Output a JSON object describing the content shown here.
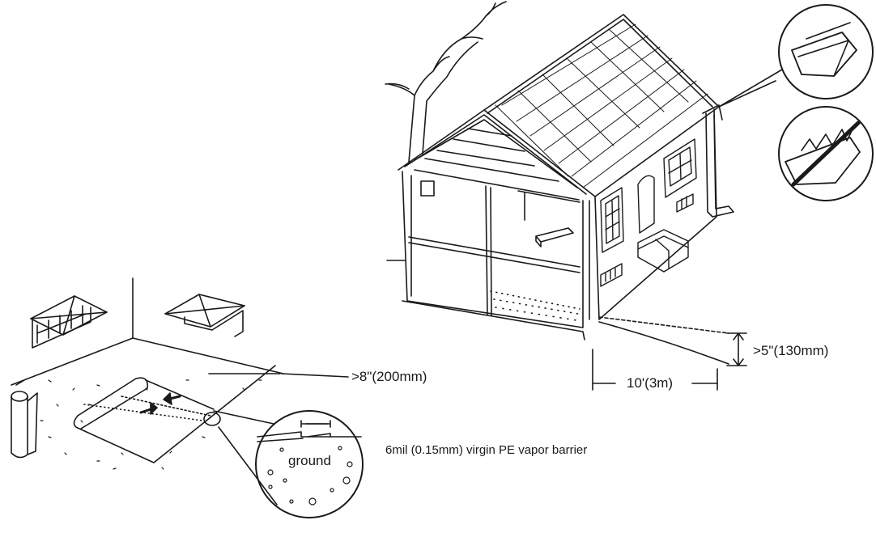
{
  "labels": {
    "overlap": ">8\"(200mm)",
    "barrier": "6mil  (0.15mm)  virgin PE vapor barrier",
    "ground": "ground",
    "slope_drop": ">5\"(130mm)",
    "slope_distance": "10'(3m)"
  },
  "colors": {
    "line": "#1a1a1a",
    "background": "#ffffff"
  },
  "icons": {
    "good_gutter": "clean-gutter-icon",
    "bad_gutter": "clogged-gutter-prohibited-icon"
  }
}
